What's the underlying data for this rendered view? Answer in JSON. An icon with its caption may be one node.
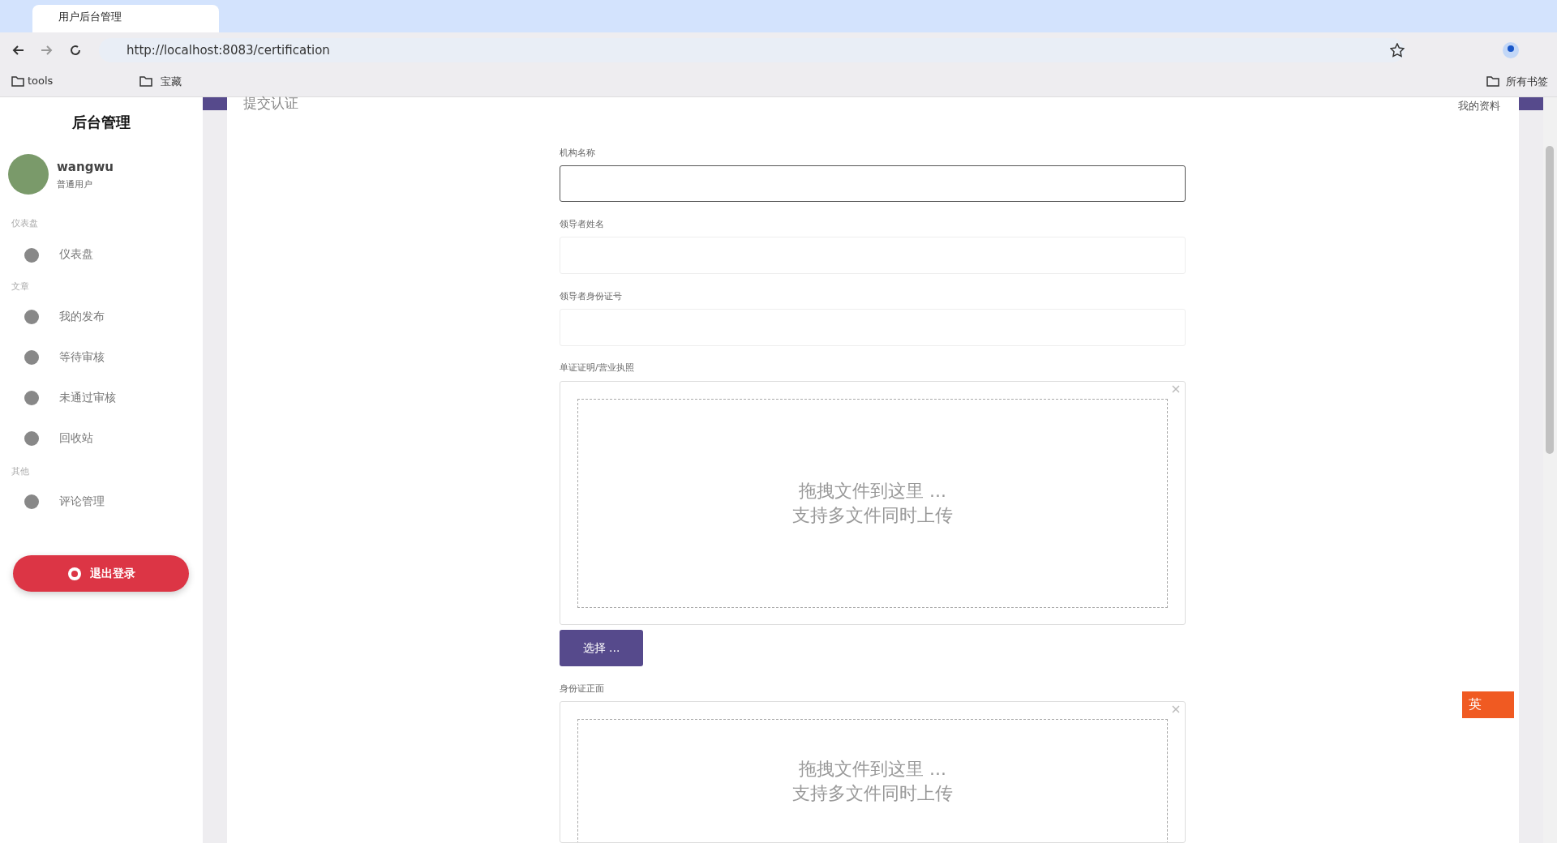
{
  "diagram": {
    "nodes": [
      {
        "text": [],
        "shape": "box"
      },
      {
        "text": [],
        "shape": "box"
      },
      {
        "text": [],
        "shape": "box"
      },
      {
        "text": [],
        "shape": "box"
      },
      {
        "text": [
          "拖拽文件到这里 ... 支持多文件同时上传"
        ],
        "in": 3
      },
      {
        "text": [
          "选择 ..."
        ]
      },
      {
        "text": [],
        "shape": "box"
      },
      {
        "text": [
          "拖拽文件到这里 ... 支持多文件同时上传"
        ],
        "in": 6
      },
      {
        "text": [
          "退出登录"
        ]
      }
    ],
    "edges": [],
    "labels": [
      "用户后台管理",
      "http://localhost:8083/certification",
      "tools",
      "宝藏",
      "所有书签",
      "提交认证",
      "我的资料",
      "后台管理",
      "wangwu",
      "普通用户",
      "仪表盘",
      "仪表盘",
      "文章",
      "我的发布",
      "等待审核",
      "未通过审核",
      "回收站",
      "其他",
      "评论管理",
      "机构名称",
      "领导者姓名",
      "领导者身份证号",
      "单证证明/营业执照",
      "身份证正面",
      "英"
    ]
  }
}
